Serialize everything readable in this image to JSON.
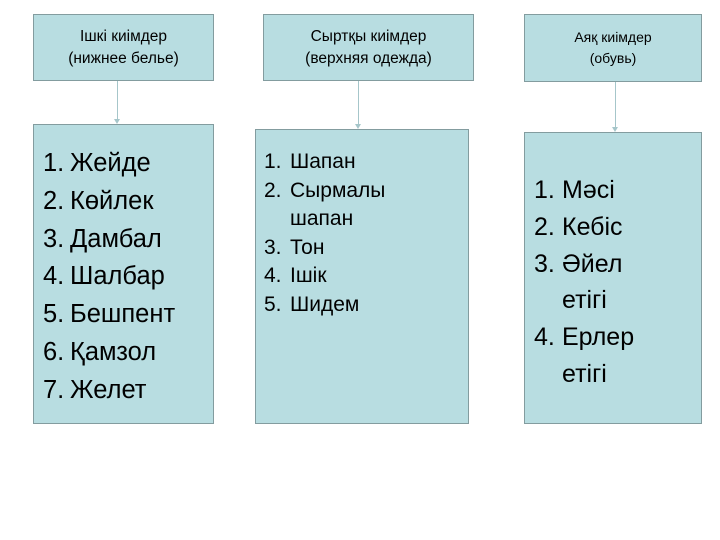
{
  "diagram": {
    "columns": [
      {
        "header": [
          "Ішкі киімдер",
          "(нижнее белье)"
        ],
        "items": [
          "Жейде",
          "Көйлек",
          "Дамбал",
          "Шалбар",
          "Бешпент",
          "Қамзол",
          "Желет"
        ]
      },
      {
        "header": [
          "Сыртқы киімдер",
          "(верхняя одежда)"
        ],
        "items": [
          "Шапан",
          "Сырмалы шапан",
          "Тон",
          "Ішік",
          "Шидем"
        ]
      },
      {
        "header": [
          "Аяқ киімдер",
          "(обувь)"
        ],
        "items": [
          "Мәсі",
          "Кебіс",
          "Әйел етігі",
          "Ерлер етігі"
        ]
      }
    ],
    "numbers": [
      "1.",
      "2.",
      "3.",
      "4.",
      "5.",
      "6.",
      "7."
    ],
    "colors": {
      "box_fill": "#b8dde1",
      "box_border": "#839c9f",
      "connector": "#a6c6ca"
    }
  }
}
